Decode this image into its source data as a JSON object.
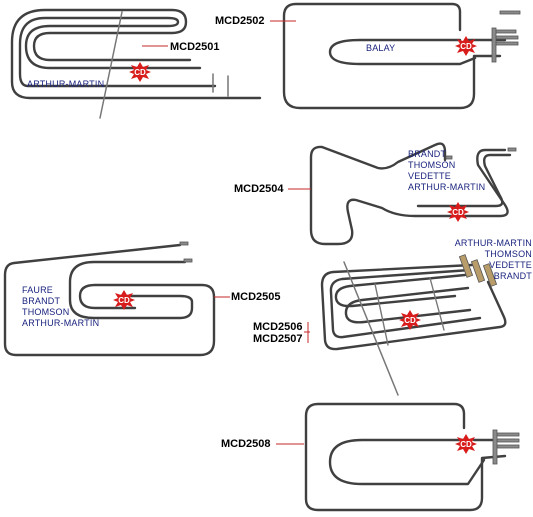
{
  "colors": {
    "element": "#404040",
    "brand_text": "#1a237e",
    "leader": "#c62828",
    "logo": "#d81b1b",
    "logo_text": "#ffffff",
    "terminal": "#7a7a7a"
  },
  "logo_text": "CD",
  "products": [
    {
      "code": "MCD2501",
      "brands": [
        "ARTHUR-MARTIN"
      ]
    },
    {
      "code": "MCD2502",
      "brands": [
        "BALAY"
      ]
    },
    {
      "code": "MCD2504",
      "brands": [
        "BRANDT",
        "THOMSON",
        "VEDETTE",
        "ARTHUR-MARTIN"
      ]
    },
    {
      "code": "MCD2505",
      "brands": [
        "FAURE",
        "BRANDT",
        "THOMSON",
        "ARTHUR-MARTIN"
      ]
    },
    {
      "codes": [
        "MCD2506",
        "MCD2507"
      ],
      "brands": [
        "ARTHUR-MARTIN",
        "THOMSON",
        "VEDETTE",
        "BRANDT"
      ]
    },
    {
      "code": "MCD2508",
      "brands": []
    }
  ]
}
